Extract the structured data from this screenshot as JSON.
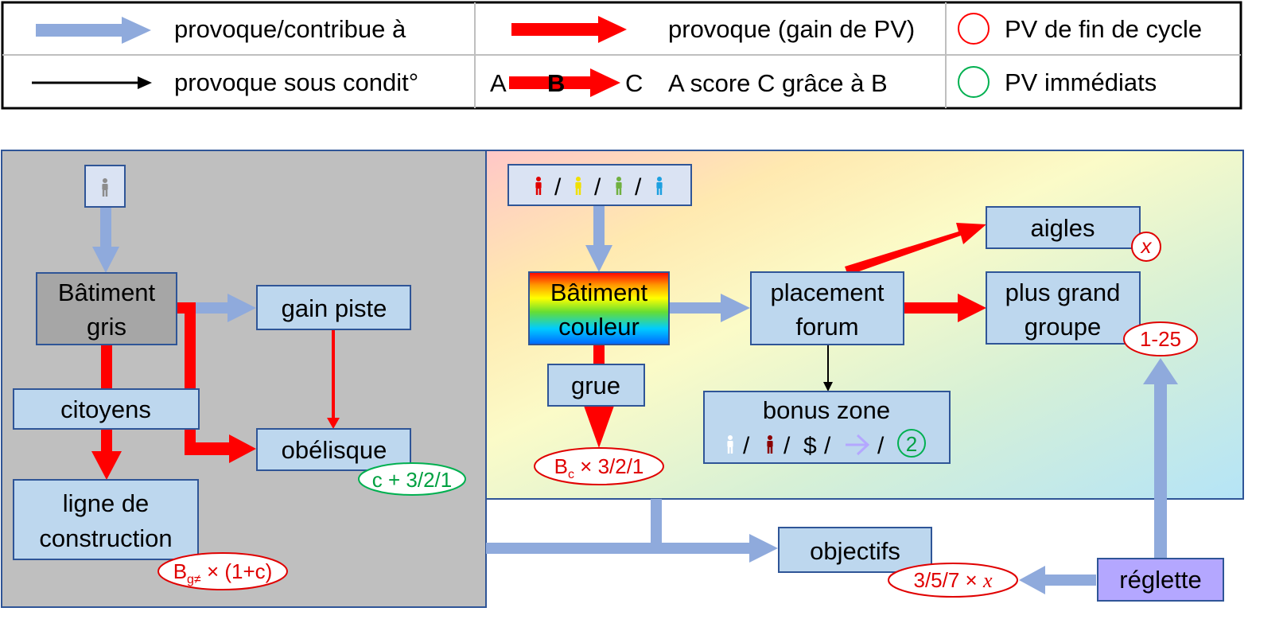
{
  "legend": {
    "blue_arrow": "provoque/contribue à",
    "red_arrow": "provoque (gain de PV)",
    "red_circle": "PV de fin de cycle",
    "black_arrow": "provoque sous condit°",
    "abc_a": "A",
    "abc_b": "B",
    "abc_c": "C",
    "abc_text": "A score C grâce à B",
    "green_circle": "PV immédiats"
  },
  "boxes": {
    "batiment_gris_l1": "Bâtiment",
    "batiment_gris_l2": "gris",
    "gain_piste": "gain piste",
    "citoyens": "citoyens",
    "obelisque": "obélisque",
    "ligne_l1": "ligne de",
    "ligne_l2": "construction",
    "batiment_couleur_l1": "Bâtiment",
    "batiment_couleur_l2": "couleur",
    "grue": "grue",
    "placement_l1": "placement",
    "placement_l2": "forum",
    "aigles": "aigles",
    "plus_grand_l1": "plus grand",
    "plus_grand_l2": "groupe",
    "bonus_zone": "bonus zone",
    "objectifs": "objectifs",
    "reglette": "réglette"
  },
  "symbols": {
    "slash": "/",
    "dollar": "$",
    "two": "2"
  },
  "scores": {
    "obelisque_base": "c + 3/2/1",
    "ligne_b": "B",
    "ligne_sub": "g≠",
    "ligne_rest": " × (1+c)",
    "grue_b": "B",
    "grue_sub": "c",
    "grue_rest": " × 3/2/1",
    "aigles": "x",
    "plus_grand": "1-25",
    "objectifs_main": "3/5/7 × ",
    "objectifs_x": "x"
  },
  "colors": {
    "blue_arrow": "#8faadc",
    "red_arrow": "#ff0000",
    "box_fill": "#bdd7ee",
    "box_border": "#2f5597",
    "grey_panel": "#bfbfbf",
    "grey_box": "#a6a6a6",
    "reglette": "#b4a7ff",
    "green": "#00b050",
    "red_text": "#e00000"
  }
}
